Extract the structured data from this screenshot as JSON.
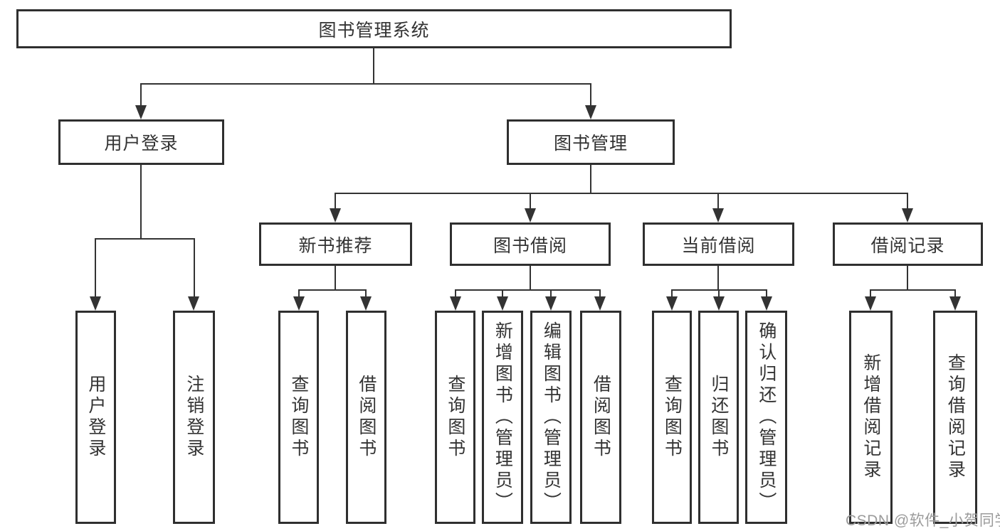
{
  "diagram_title": "图书管理系统",
  "nodes": {
    "root": "图书管理系统",
    "user_login": "用户登录",
    "book_management": "图书管理",
    "new_book_recommend": "新书推荐",
    "book_borrow": "图书借阅",
    "current_borrow": "当前借阅",
    "borrow_record": "借阅记录",
    "leaf_user_login": "用户登录",
    "leaf_logout": "注销登录",
    "leaf_nbr_query_book": "查询图书",
    "leaf_nbr_borrow_book": "借阅图书",
    "leaf_bb_query_book": "查询图书",
    "leaf_bb_add_book": "新增图书（管理员）",
    "leaf_bb_edit_book": "编辑图书（管理员）",
    "leaf_bb_borrow_book": "借阅图书",
    "leaf_cb_query_book": "查询图书",
    "leaf_cb_return_book": "归还图书",
    "leaf_cb_confirm_return": "确认归还（管理员）",
    "leaf_br_add_record": "新增借阅记录",
    "leaf_br_query_record": "查询借阅记录"
  },
  "watermark": "CSDN @软件_小贺同学",
  "colors": {
    "line": "#333333",
    "border": "#2f2f2f",
    "text": "#333333",
    "watermark": "#9b9b9b",
    "background": "#ffffff"
  }
}
